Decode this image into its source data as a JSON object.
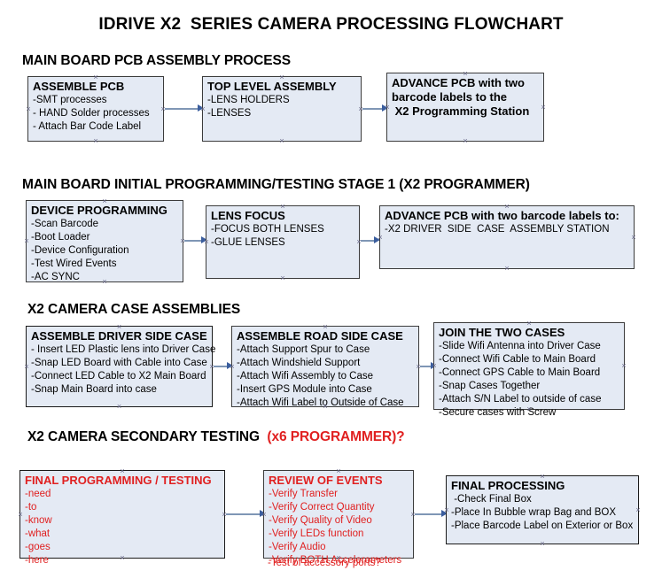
{
  "document": {
    "title": "IDRIVE X2  SERIES CAMERA PROCESSING FLOWCHART",
    "background_color": "#ffffff",
    "node_fill_color": "#e4eaf4",
    "node_border_color": "#3b3b3b",
    "connector_color": "#7f96b5",
    "arrowhead_color": "#3b5e9e",
    "accent_red": "#e02020"
  },
  "sections": [
    {
      "id": "main-board-pcb-assembly",
      "heading": "MAIN BOARD PCB ASSEMBLY PROCESS",
      "heading_accent": "",
      "nodes": [
        {
          "id": "assemble-pcb",
          "title": "ASSEMBLE PCB",
          "lines": [
            "-SMT processes",
            "- HAND Solder processes",
            "- Attach Bar Code Label"
          ],
          "lines_bold": false,
          "red": false
        },
        {
          "id": "top-level-assembly",
          "title": "TOP LEVEL ASSEMBLY",
          "lines": [
            "-LENS HOLDERS",
            "-LENSES"
          ],
          "lines_bold": false,
          "red": false
        },
        {
          "id": "advance-pcb-programming-station",
          "title": "ADVANCE PCB with two",
          "lines": [
            "barcode labels to the",
            " X2 Programming Station"
          ],
          "lines_bold": true,
          "red": false
        }
      ]
    },
    {
      "id": "main-board-initial-programming",
      "heading": "MAIN BOARD INITIAL PROGRAMMING/TESTING STAGE 1 (X2 PROGRAMMER)",
      "heading_accent": "",
      "nodes": [
        {
          "id": "device-programming",
          "title": "DEVICE PROGRAMMING",
          "lines": [
            "-Scan Barcode",
            "-Boot Loader",
            "-Device Configuration",
            "-Test Wired Events",
            "-AC SYNC"
          ],
          "lines_bold": false,
          "red": false
        },
        {
          "id": "lens-focus",
          "title": "LENS FOCUS",
          "lines": [
            "-FOCUS BOTH LENSES",
            "-GLUE LENSES"
          ],
          "lines_bold": false,
          "red": false
        },
        {
          "id": "advance-pcb-driver-side-station",
          "title": "ADVANCE PCB with two barcode labels to:",
          "lines": [
            "-X2 DRIVER  SIDE  CASE  ASSEMBLY STATION"
          ],
          "lines_bold": false,
          "red": false
        }
      ]
    },
    {
      "id": "x2-camera-case-assemblies",
      "heading": "X2 CAMERA CASE ASSEMBLIES",
      "heading_accent": "",
      "nodes": [
        {
          "id": "assemble-driver-side-case",
          "title": "ASSEMBLE DRIVER SIDE CASE",
          "lines": [
            "- Insert LED Plastic lens into Driver Case",
            "-Snap LED Board with Cable into Case",
            "-Connect LED Cable to X2 Main Board",
            "-Snap Main Board into case"
          ],
          "lines_bold": false,
          "red": false
        },
        {
          "id": "assemble-road-side-case",
          "title": "ASSEMBLE ROAD SIDE CASE",
          "lines": [
            "-Attach Support Spur to Case",
            "-Attach Windshield Support",
            "-Attach Wifi Assembly to Case",
            "-Insert GPS Module into Case",
            "-Attach Wifi Label to Outside of Case"
          ],
          "lines_bold": false,
          "red": false
        },
        {
          "id": "join-the-two-cases",
          "title": "JOIN THE TWO CASES",
          "lines": [
            "-Slide Wifi Antenna into Driver Case",
            "-Connect Wifi Cable to Main Board",
            "-Connect GPS Cable to Main Board",
            "-Snap Cases Together",
            "-Attach S/N Label to outside of case",
            "-Secure cases with Screw"
          ],
          "lines_bold": false,
          "red": false
        }
      ]
    },
    {
      "id": "x2-camera-secondary-testing",
      "heading": "X2 CAMERA SECONDARY TESTING ",
      "heading_accent": " (x6 PROGRAMMER)?",
      "nodes": [
        {
          "id": "final-programming-testing",
          "title": "FINAL PROGRAMMING / TESTING",
          "lines": [
            "-need",
            "-to",
            "-know",
            "-what",
            "-goes",
            "-here"
          ],
          "lines_bold": false,
          "red": true
        },
        {
          "id": "review-of-events",
          "title": "REVIEW OF EVENTS",
          "lines": [
            "-Verify Transfer",
            "-Verify Correct Quantity",
            "-Verify Quality of Video",
            "-Verify LEDs function",
            "-Verify Audio",
            "-Verify BOTH Accelerometers"
          ],
          "lines_bold": false,
          "red": true,
          "overflow_line": "-Test of accessory ports?"
        },
        {
          "id": "final-processing",
          "title": "FINAL PROCESSING",
          "lines": [
            " -Check Final Box",
            "-Place In Bubble wrap Bag and BOX",
            "-Place Barcode Label on Exterior or Box"
          ],
          "lines_bold": false,
          "red": false
        }
      ]
    }
  ]
}
